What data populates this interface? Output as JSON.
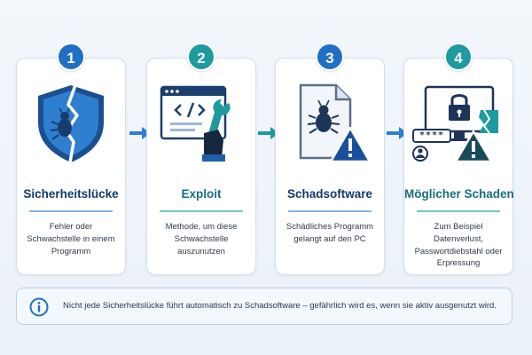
{
  "steps": [
    {
      "number": "1",
      "title": "Sicherheitslücke",
      "description": "Fehler oder Schwachstelle in einem Programm",
      "icon": "broken-shield-bug-icon",
      "color": "#1f6fc5"
    },
    {
      "number": "2",
      "title": "Exploit",
      "description": "Methode, um diese Schwachstelle auszunutzen",
      "icon": "code-window-wrench-icon",
      "color": "#1e9aa0"
    },
    {
      "number": "3",
      "title": "Schadsoftware",
      "description": "Schädliches Programm gelangt auf den PC",
      "icon": "bug-file-warning-icon",
      "color": "#1f6fc5"
    },
    {
      "number": "4",
      "title": "Möglicher Schaden",
      "description": "Zum Beispiel Datenverlust, Passwortdiebstahl oder Erpressung",
      "icon": "locked-monitor-damage-icon",
      "color": "#1e9aa0",
      "password_mask": "****"
    }
  ],
  "info": {
    "text": "Nicht jede Sicherheitslücke führt automatisch zu Schadsoftware – gefährlich wird es, wenn sie aktiv ausgenutzt wird.",
    "icon": "info-icon"
  },
  "colors": {
    "blue": "#1f6fc5",
    "teal": "#1e9aa0",
    "navy": "#123a6b",
    "warning": "#1a4fa0"
  }
}
